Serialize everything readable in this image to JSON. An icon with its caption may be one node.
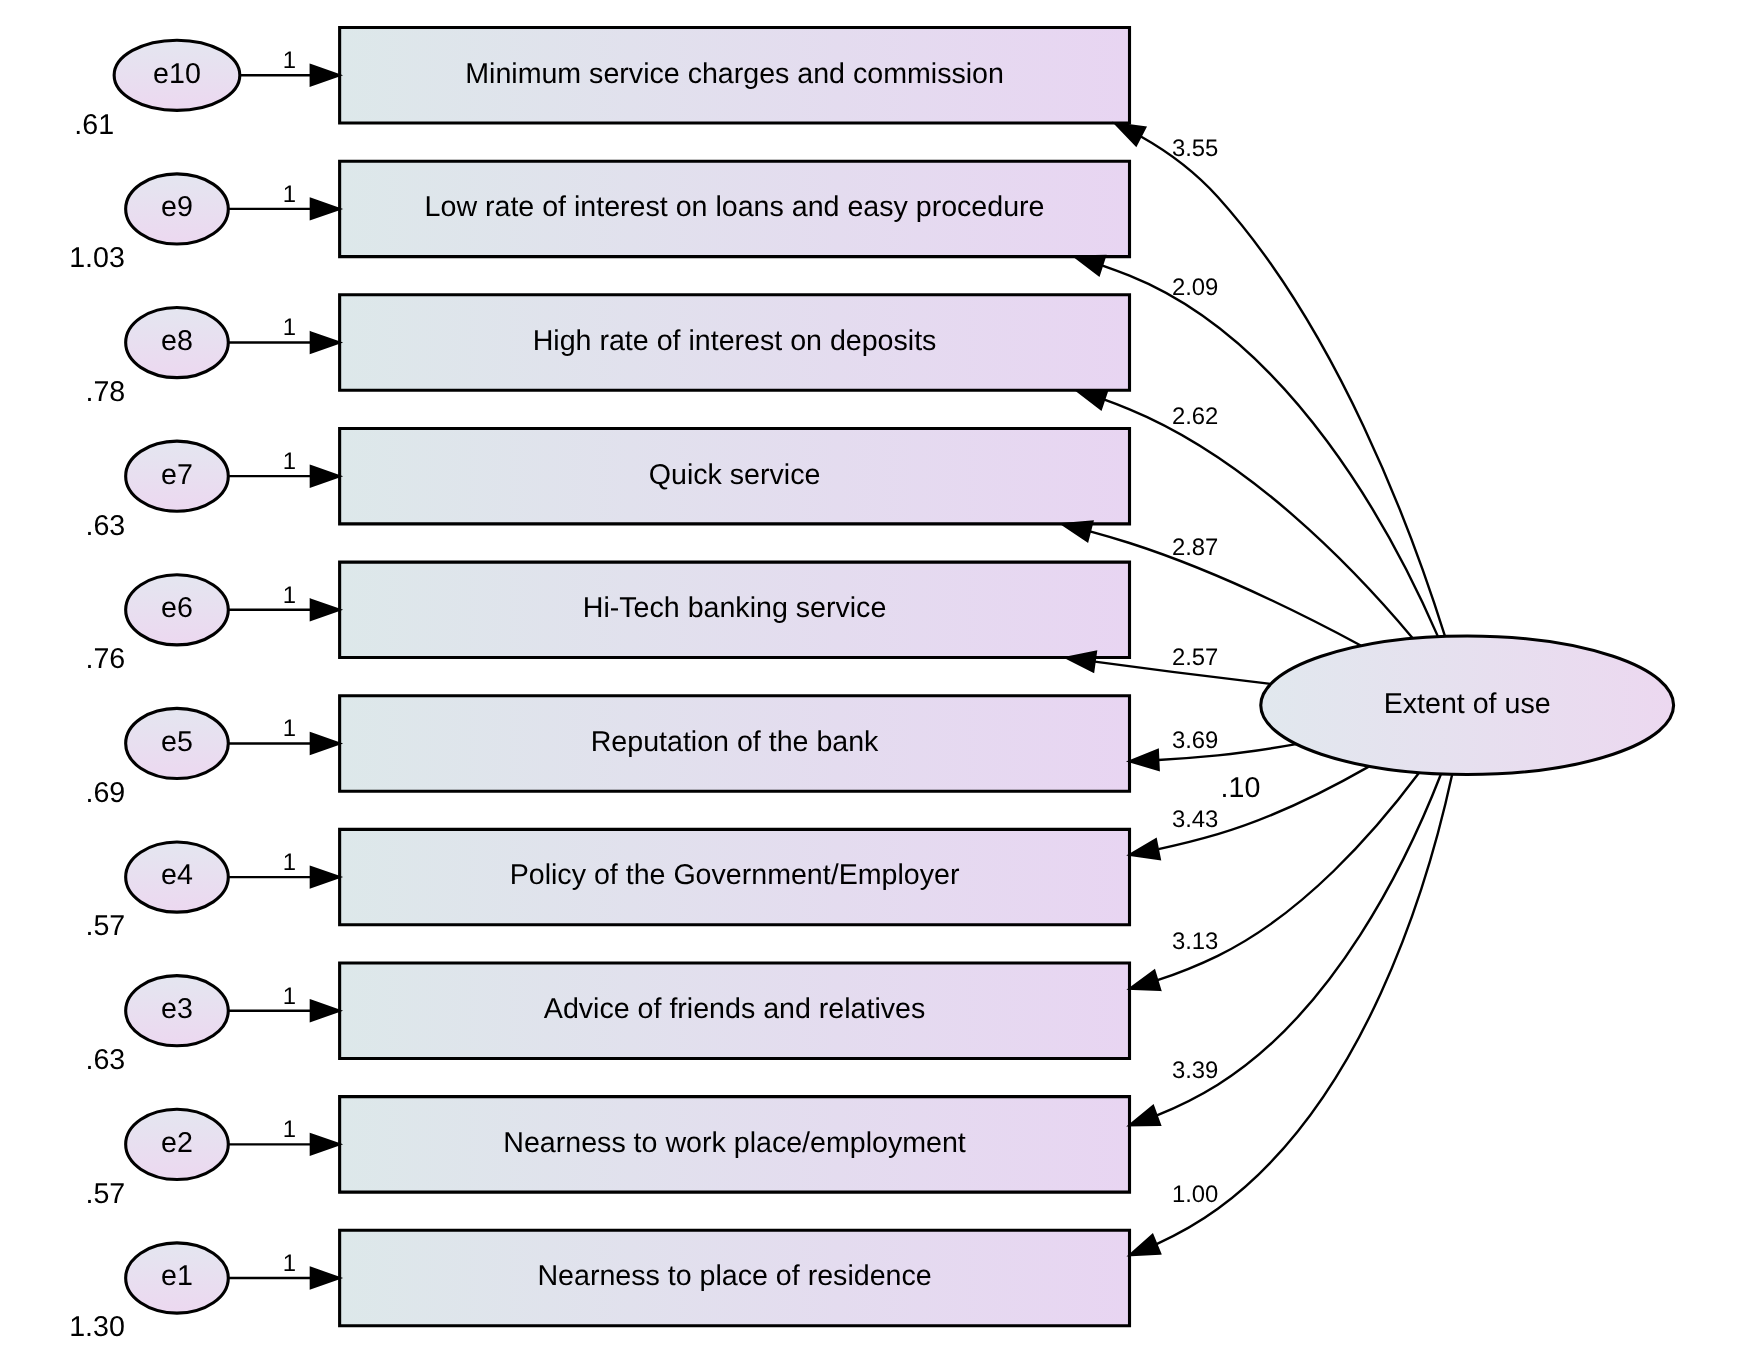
{
  "diagram": {
    "nodes": [
      {
        "text": [
          "Minimum service charges and commission"
        ]
      },
      {
        "text": [
          "Low rate of interest on loans and easy procedure"
        ]
      },
      {
        "text": [
          "High rate of interest on deposits"
        ]
      },
      {
        "text": [
          "Quick service"
        ]
      },
      {
        "text": [
          "Hi-Tech banking service"
        ]
      },
      {
        "text": [
          "Reputation of the bank"
        ]
      },
      {
        "text": [
          "Policy of the Government/Employer"
        ]
      },
      {
        "text": [
          "Advice of friends and relatives"
        ]
      },
      {
        "text": [
          "Nearness to work place/employment"
        ]
      },
      {
        "text": [
          "Nearness to place of residence"
        ]
      },
      {
        "text": [
          "e10"
        ],
        "beside": [
          ".61"
        ]
      },
      {
        "text": [
          "e9"
        ],
        "beside": [
          "1.03"
        ]
      },
      {
        "text": [
          "e8"
        ],
        "beside": [
          ".78"
        ]
      },
      {
        "text": [
          "e7"
        ],
        "beside": [
          ".63"
        ]
      },
      {
        "text": [
          "e6"
        ],
        "beside": [
          ".76"
        ]
      },
      {
        "text": [
          "e5"
        ],
        "beside": [
          ".69"
        ]
      },
      {
        "text": [
          "e4"
        ],
        "beside": [
          ".57"
        ]
      },
      {
        "text": [
          "e3"
        ],
        "beside": [
          ".63"
        ]
      },
      {
        "text": [
          "e2"
        ],
        "beside": [
          ".57"
        ]
      },
      {
        "text": [
          "e1"
        ],
        "beside": [
          "1.30"
        ]
      },
      {
        "text": [
          "Extent of use"
        ],
        "beside": [
          ".10"
        ]
      }
    ],
    "edges": [
      {
        "from": 10,
        "to": 0,
        "arrow": "to",
        "label": "1"
      },
      {
        "from": 11,
        "to": 1,
        "arrow": "to",
        "label": "1"
      },
      {
        "from": 12,
        "to": 2,
        "arrow": "to",
        "label": "1"
      },
      {
        "from": 13,
        "to": 3,
        "arrow": "to",
        "label": "1"
      },
      {
        "from": 14,
        "to": 4,
        "arrow": "to",
        "label": "1"
      },
      {
        "from": 15,
        "to": 5,
        "arrow": "to",
        "label": "1"
      },
      {
        "from": 16,
        "to": 6,
        "arrow": "to",
        "label": "1"
      },
      {
        "from": 17,
        "to": 7,
        "arrow": "to",
        "label": "1"
      },
      {
        "from": 18,
        "to": 8,
        "arrow": "to",
        "label": "1"
      },
      {
        "from": 19,
        "to": 9,
        "arrow": "to",
        "label": "1"
      },
      {
        "from": 20,
        "to": 0,
        "arrow": "to",
        "label": "3.55"
      },
      {
        "from": 20,
        "to": 1,
        "arrow": "to",
        "label": "2.09"
      },
      {
        "from": 20,
        "to": 2,
        "arrow": "to",
        "label": "2.62"
      },
      {
        "from": 20,
        "to": 3,
        "arrow": "to",
        "label": "2.87"
      },
      {
        "from": 20,
        "to": 4,
        "arrow": "to",
        "label": "2.57"
      },
      {
        "from": 20,
        "to": 5,
        "arrow": "to",
        "label": "3.69"
      },
      {
        "from": 20,
        "to": 6,
        "arrow": "to",
        "label": "3.43"
      },
      {
        "from": 20,
        "to": 7,
        "arrow": "to",
        "label": "3.13"
      },
      {
        "from": 20,
        "to": 8,
        "arrow": "to",
        "label": "3.39"
      },
      {
        "from": 20,
        "to": 9,
        "arrow": "to",
        "label": "1.00"
      }
    ]
  }
}
